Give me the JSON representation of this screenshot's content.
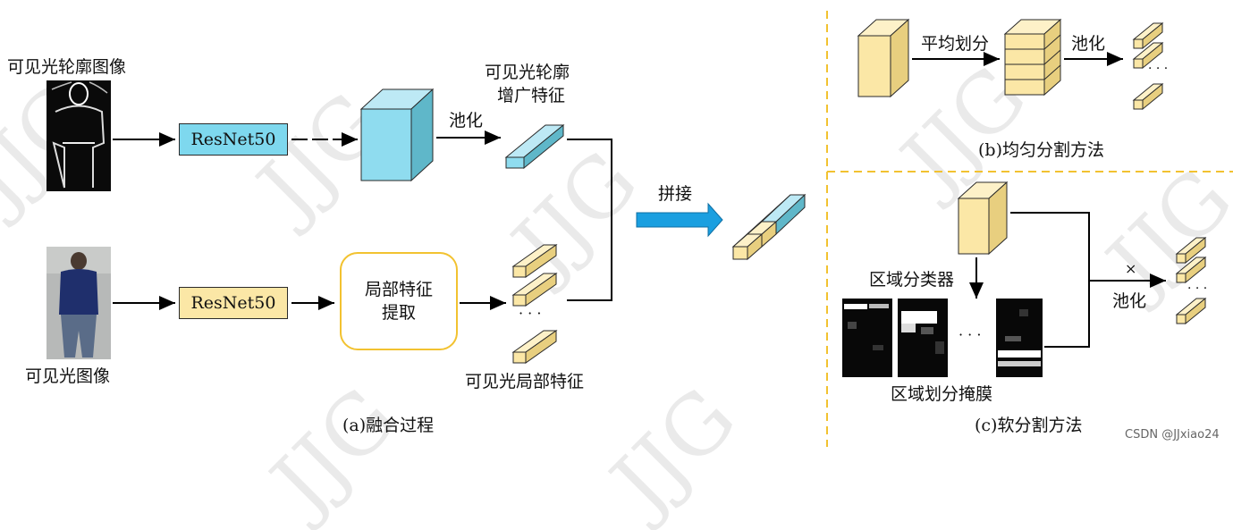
{
  "panel_a": {
    "input_contour_label": "可见光轮廓图像",
    "input_visible_label": "可见光图像",
    "resnet_top_label": "ResNet50",
    "resnet_bottom_label": "ResNet50",
    "pool_label": "池化",
    "contour_feature_label_line1": "可见光轮廓",
    "contour_feature_label_line2": "增广特征",
    "local_extract_line1": "局部特征",
    "local_extract_line2": "提取",
    "local_features_label": "可见光局部特征",
    "concat_label": "拼接",
    "dots": "· · ·",
    "caption": "(a)融合过程"
  },
  "panel_b": {
    "split_label": "平均划分",
    "pool_label": "池化",
    "dots": "· · ·",
    "caption": "(b)均匀分割方法"
  },
  "panel_c": {
    "classifier_label": "区域分类器",
    "mask_label": "区域划分掩膜",
    "times_label": "×",
    "pool_label": "池化",
    "dots": "· · ·",
    "dots_masks": "· · ·",
    "caption": "(c)软分割方法"
  },
  "watermark": {
    "text": "JJG",
    "credit": "CSDN @JJxiao24"
  },
  "colors": {
    "cyan": "#8fdcef",
    "yellow": "#fbe7a6",
    "resnet_fill": "#7ed8ee",
    "resnet_fill2": "#fbe7a6",
    "divider": "#f2c230",
    "arrow_blue": "#1a9fe0"
  }
}
